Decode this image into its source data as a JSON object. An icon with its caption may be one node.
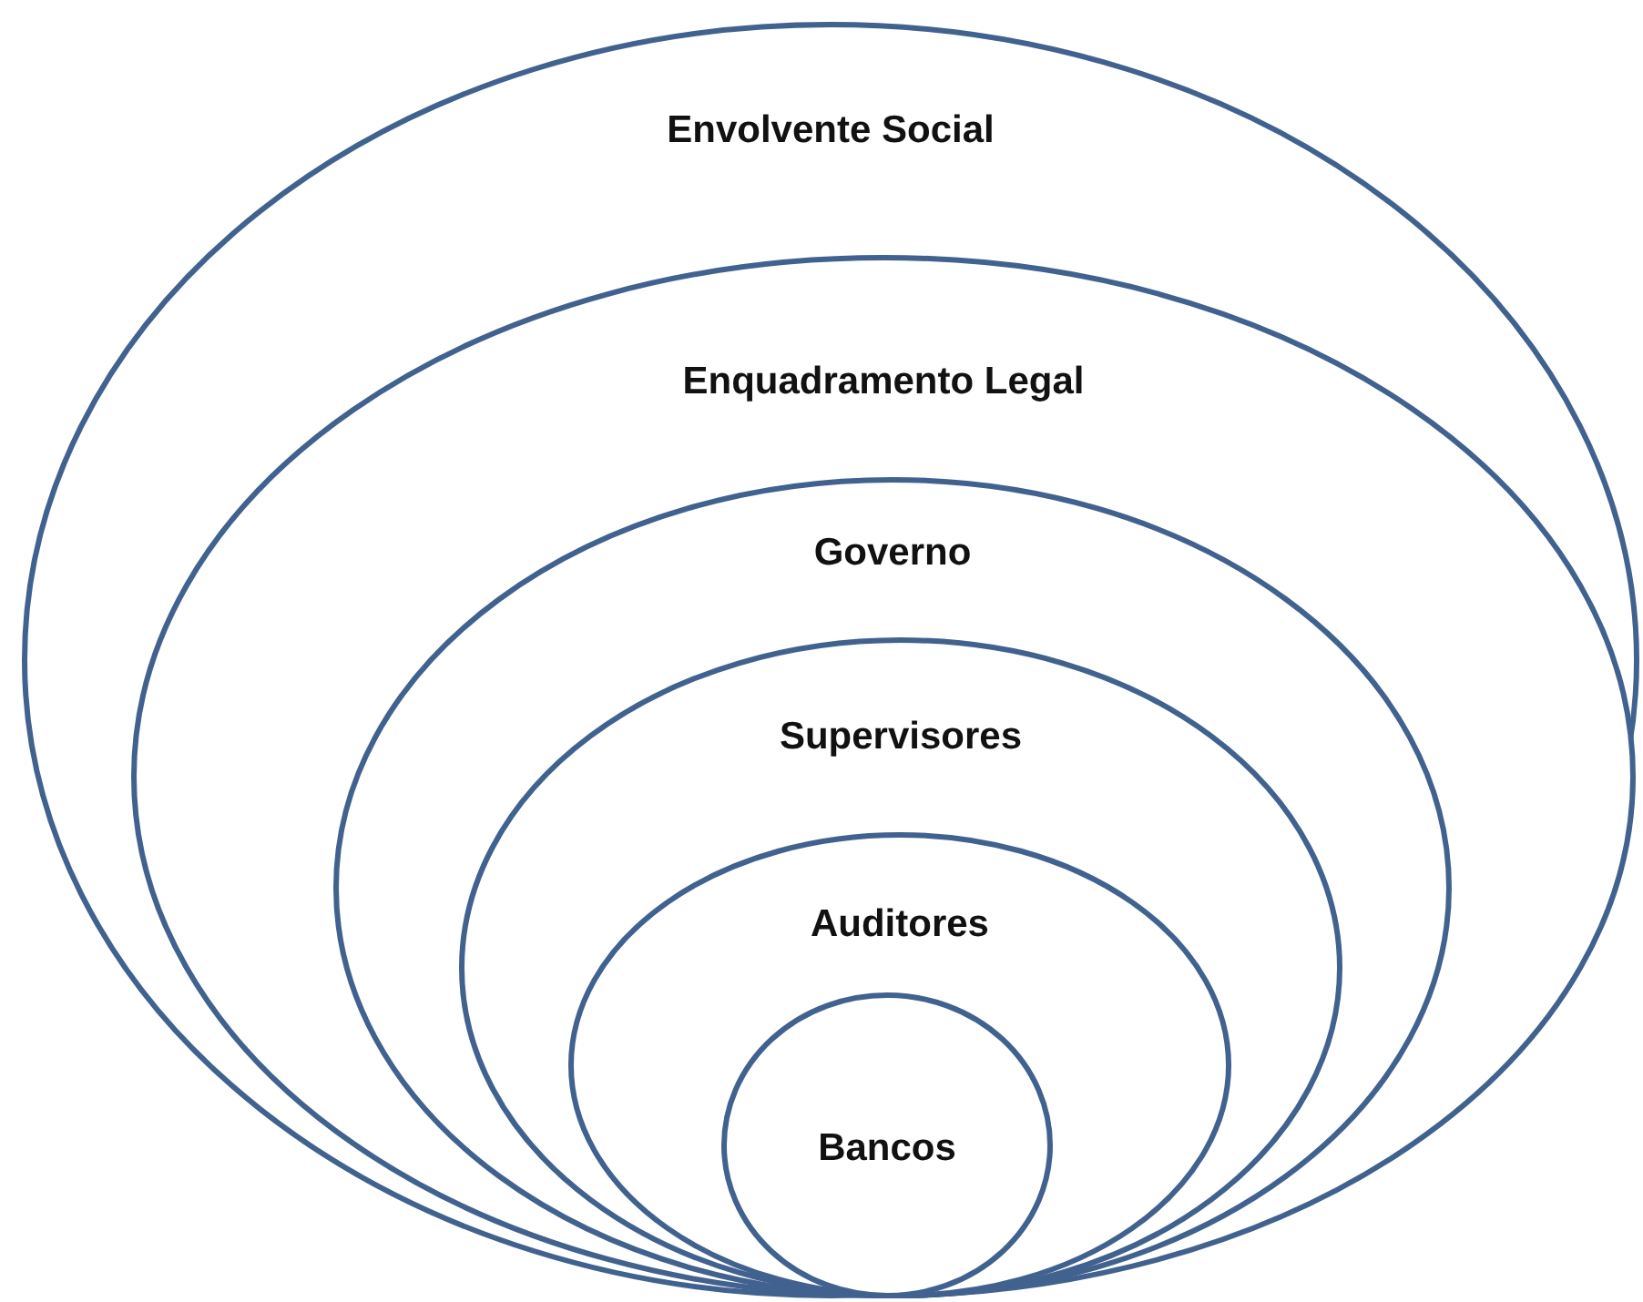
{
  "diagram": {
    "nodes": [
      {
        "text": [
          "Envolvente Social"
        ]
      },
      {
        "text": [
          "Enquadramento Legal"
        ],
        "in": 0
      },
      {
        "text": [
          "Governo"
        ],
        "in": 1
      },
      {
        "text": [
          "Supervisores"
        ],
        "in": 2
      },
      {
        "text": [
          "Auditores"
        ],
        "in": 3
      },
      {
        "text": [
          "Bancos"
        ],
        "in": 4
      }
    ]
  }
}
